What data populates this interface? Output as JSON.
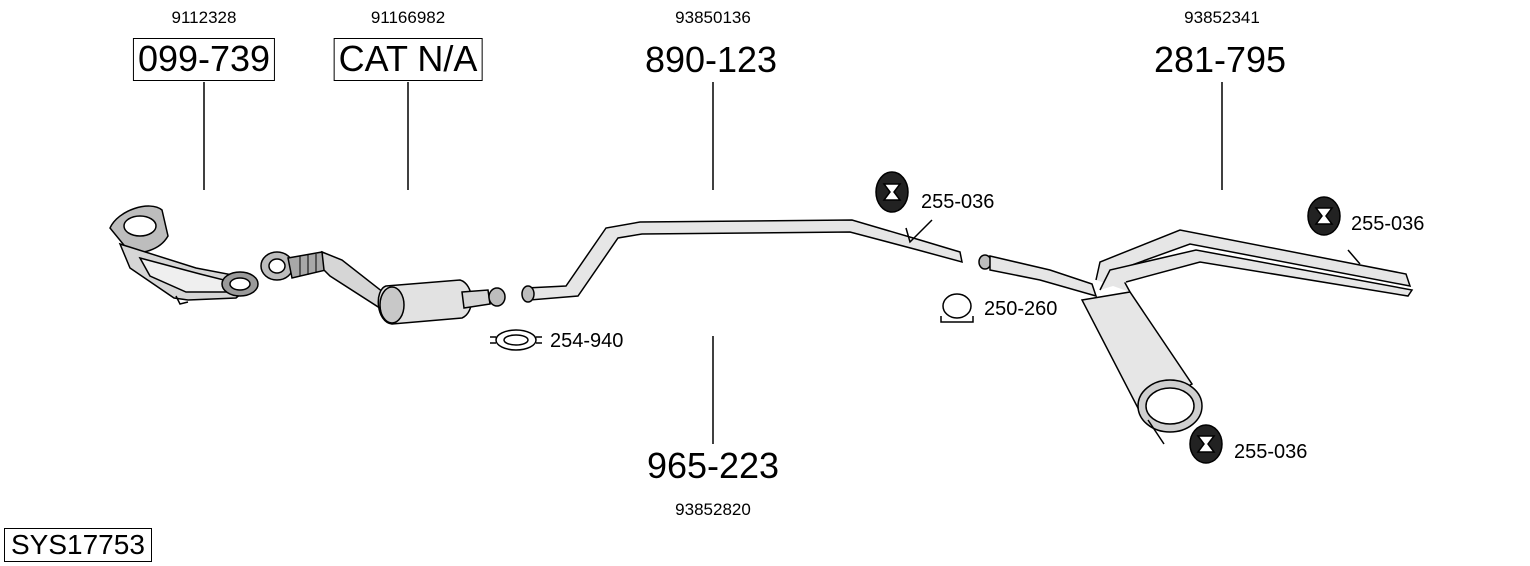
{
  "system_code": "SYS17753",
  "parts": [
    {
      "oem": "9112328",
      "number": "099-739"
    },
    {
      "oem": "91166982",
      "number": "CAT N/A"
    },
    {
      "oem": "93850136",
      "number": "890-123"
    },
    {
      "oem": "93852341",
      "number": "281-795"
    },
    {
      "oem": "93852820",
      "number": "965-223"
    }
  ],
  "accessories": [
    {
      "number": "255-036"
    },
    {
      "number": "255-036"
    },
    {
      "number": "250-260"
    },
    {
      "number": "254-940"
    },
    {
      "number": "255-036"
    }
  ]
}
